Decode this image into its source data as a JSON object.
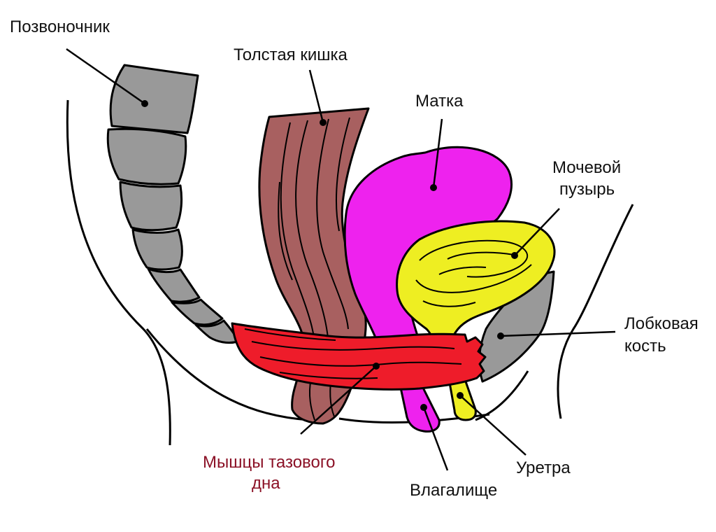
{
  "labels": {
    "spine": "Позвоночник",
    "colon": "Толстая кишка",
    "uterus": "Матка",
    "bladder_line1": "Мочевой",
    "bladder_line2": "пузырь",
    "pubic_line1": "Лобковая",
    "pubic_line2": "кость",
    "pelvic_floor_line1": "Мышцы тазового",
    "pelvic_floor_line2": "дна",
    "vagina": "Влагалище",
    "urethra": "Уретра"
  },
  "colors": {
    "spine": "#999999",
    "colon": "#a86060",
    "uterus": "#ee22ee",
    "bladder": "#eeee22",
    "pubic_bone": "#999999",
    "pelvic_floor": "#ee1c2a",
    "pelvic_floor_label": "#8b1126",
    "outline": "#000000"
  }
}
